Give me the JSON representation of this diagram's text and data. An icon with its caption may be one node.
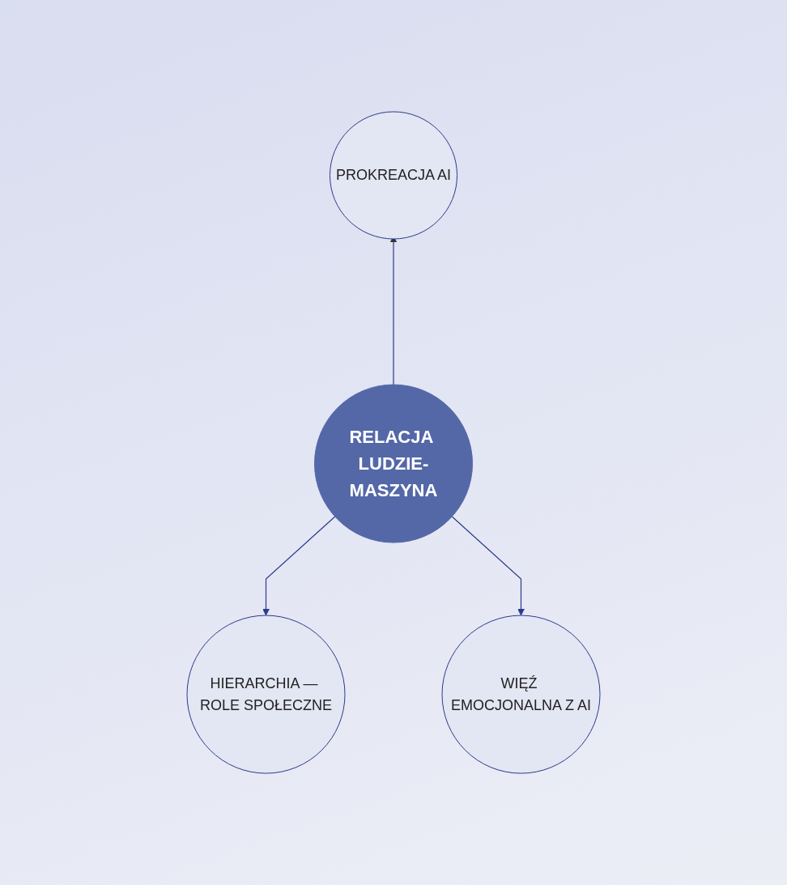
{
  "diagram": {
    "nodes": [
      {
        "text": [
          "PROKREACJA AI"
        ]
      },
      {
        "text": [
          "RELACJA LUDZIE-MASZYNA"
        ]
      },
      {
        "text": [
          "HIERARCHIA — ROLE SPOŁECZNE"
        ]
      },
      {
        "text": [
          "WIĘŹ EMOCJONALNA Z AI"
        ]
      }
    ],
    "edges": [
      {
        "from": 1,
        "to": 0,
        "arrow": "to"
      },
      {
        "from": 1,
        "to": 2,
        "arrow": "to"
      },
      {
        "from": 1,
        "to": 3,
        "arrow": "to"
      }
    ]
  }
}
